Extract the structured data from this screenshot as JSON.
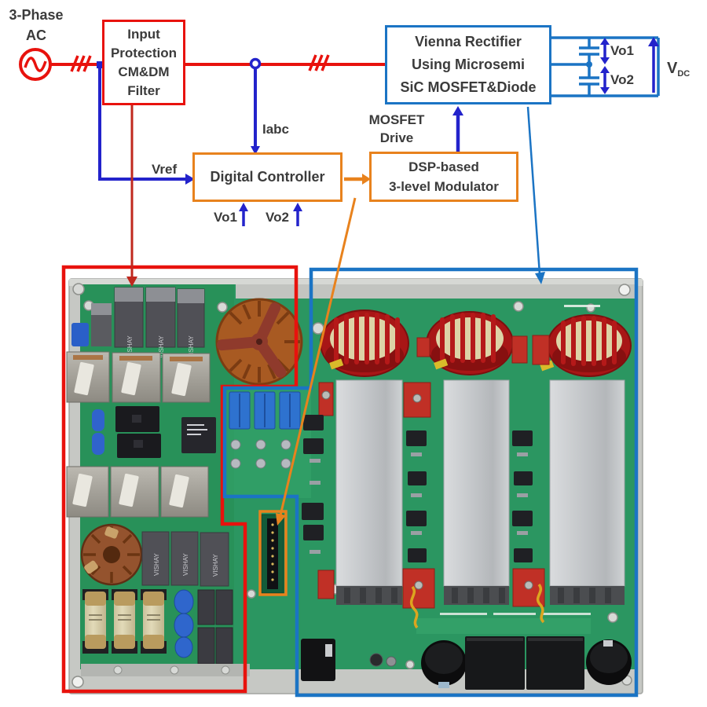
{
  "colors": {
    "wire_red": "#e8120d",
    "wire_blue": "#2323cb",
    "box_blue": "#1b74c4",
    "box_orange": "#e8821d",
    "text_gray": "#3b3b3b",
    "pcb_green": "#2b9661",
    "plate_gray": "#c6c8c4",
    "heatsink_gray": "#c9ccce",
    "toroid_red": "#a81616",
    "toroid_copper": "#a85a22"
  },
  "source": {
    "line1": "3-Phase",
    "line2": "AC"
  },
  "blocks": {
    "input_filter": {
      "line1": "Input",
      "line2": "Protection",
      "line3": "CM&DM",
      "line4": "Filter"
    },
    "vienna": {
      "line1": "Vienna Rectifier",
      "line2": "Using Microsemi",
      "line3": "SiC MOSFET&Diode"
    },
    "controller": {
      "label": "Digital Controller"
    },
    "modulator": {
      "line1": "DSP-based",
      "line2": "3-level Modulator"
    }
  },
  "signals": {
    "iabc": "Iabc",
    "vref": "Vref",
    "vo1_feedback": "Vo1",
    "vo2_feedback": "Vo2",
    "mosfet_drive_line1": "MOSFET",
    "mosfet_drive_line2": "Drive",
    "vo1_output": "Vo1",
    "vo2_output": "Vo2",
    "vdc_symbol": "V",
    "vdc_subscript": "DC"
  },
  "pcb": {
    "capacitor_brand": "VISHAY"
  }
}
